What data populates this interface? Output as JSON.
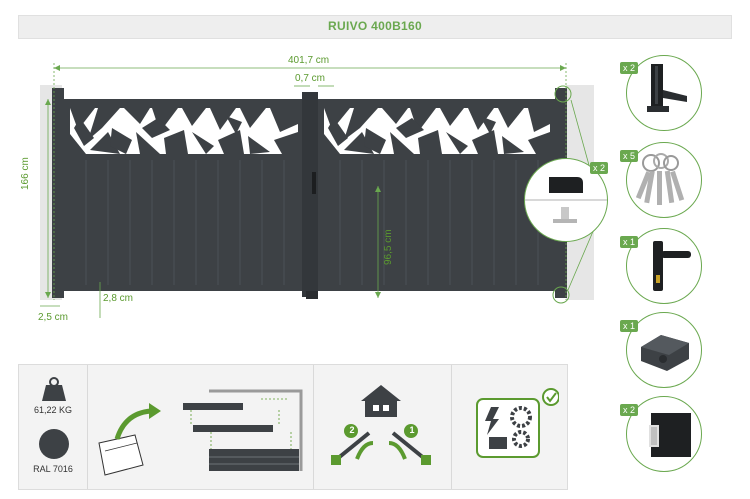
{
  "product": {
    "title": "RUIVO 400B160"
  },
  "dimensions": {
    "total_width": "401,7 cm",
    "gap": "0,7 cm",
    "height": "166 cm",
    "handle_height": "96,5 cm",
    "bottom_clearance": "2,8 cm",
    "post_offset": "2,5 cm"
  },
  "specs": {
    "weight": "61,22 KG",
    "color_code": "RAL 7016"
  },
  "accessories": [
    {
      "qty": "x 2",
      "icon": "hinge-icon"
    },
    {
      "qty": "x 5",
      "icon": "keys-icon"
    },
    {
      "qty": "x 1",
      "icon": "handle-lock-icon"
    },
    {
      "qty": "x 1",
      "icon": "gate-stop-icon"
    },
    {
      "qty": "x 2",
      "icon": "end-cap-icon"
    }
  ],
  "stop_callout": {
    "qty": "x 2",
    "icon": "ground-stop-icon"
  },
  "opening_steps": {
    "step1": "1",
    "step2": "2"
  },
  "colors": {
    "accent": "#6aa84f",
    "gate": "#3d4145",
    "gate_light": "#4a4f54"
  }
}
